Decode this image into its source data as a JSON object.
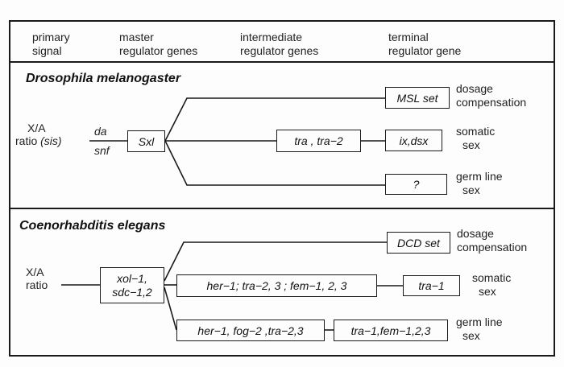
{
  "header": {
    "primary_signal": [
      "primary",
      "signal"
    ],
    "master_regulator": [
      "master",
      "regulator genes"
    ],
    "intermediate_regulator": [
      "intermediate",
      "regulator genes"
    ],
    "terminal_regulator": [
      "terminal",
      "regulator gene"
    ]
  },
  "drosophila": {
    "title": "Drosophila melanogaster",
    "signal": {
      "ratio_text": "X/A",
      "ratio_label": "ratio",
      "sis": "(sis)",
      "da": "da",
      "snf": "snf"
    },
    "master_box": "Sxl",
    "intermediate_box": "tra , tra−2",
    "terminal_msl": "MSL set",
    "terminal_ixdsx": "ix,dsx",
    "terminal_germ": "?",
    "outcome_dosage": [
      "dosage",
      "compensation"
    ],
    "outcome_somatic": [
      "somatic",
      "sex"
    ],
    "outcome_germ": [
      "germ line",
      "sex"
    ]
  },
  "elegans": {
    "title": "Coenorhabditis elegans",
    "signal": {
      "ratio_text": "X/A",
      "ratio_label": "ratio"
    },
    "master_box": [
      "xol−1,",
      "sdc−1,2"
    ],
    "somatic_box": "her−1; tra−2, 3 ; fem−1, 2, 3",
    "terminal_tra1": "tra−1",
    "germ_box_1": "her−1, fog−2 ,tra−2,3",
    "germ_box_2": "tra−1,fem−1,2,3",
    "terminal_dcd": "DCD set",
    "outcome_dosage": [
      "dosage",
      "compensation"
    ],
    "outcome_somatic": [
      "somatic",
      "sex"
    ],
    "outcome_germ": [
      "germ line",
      "sex"
    ]
  }
}
